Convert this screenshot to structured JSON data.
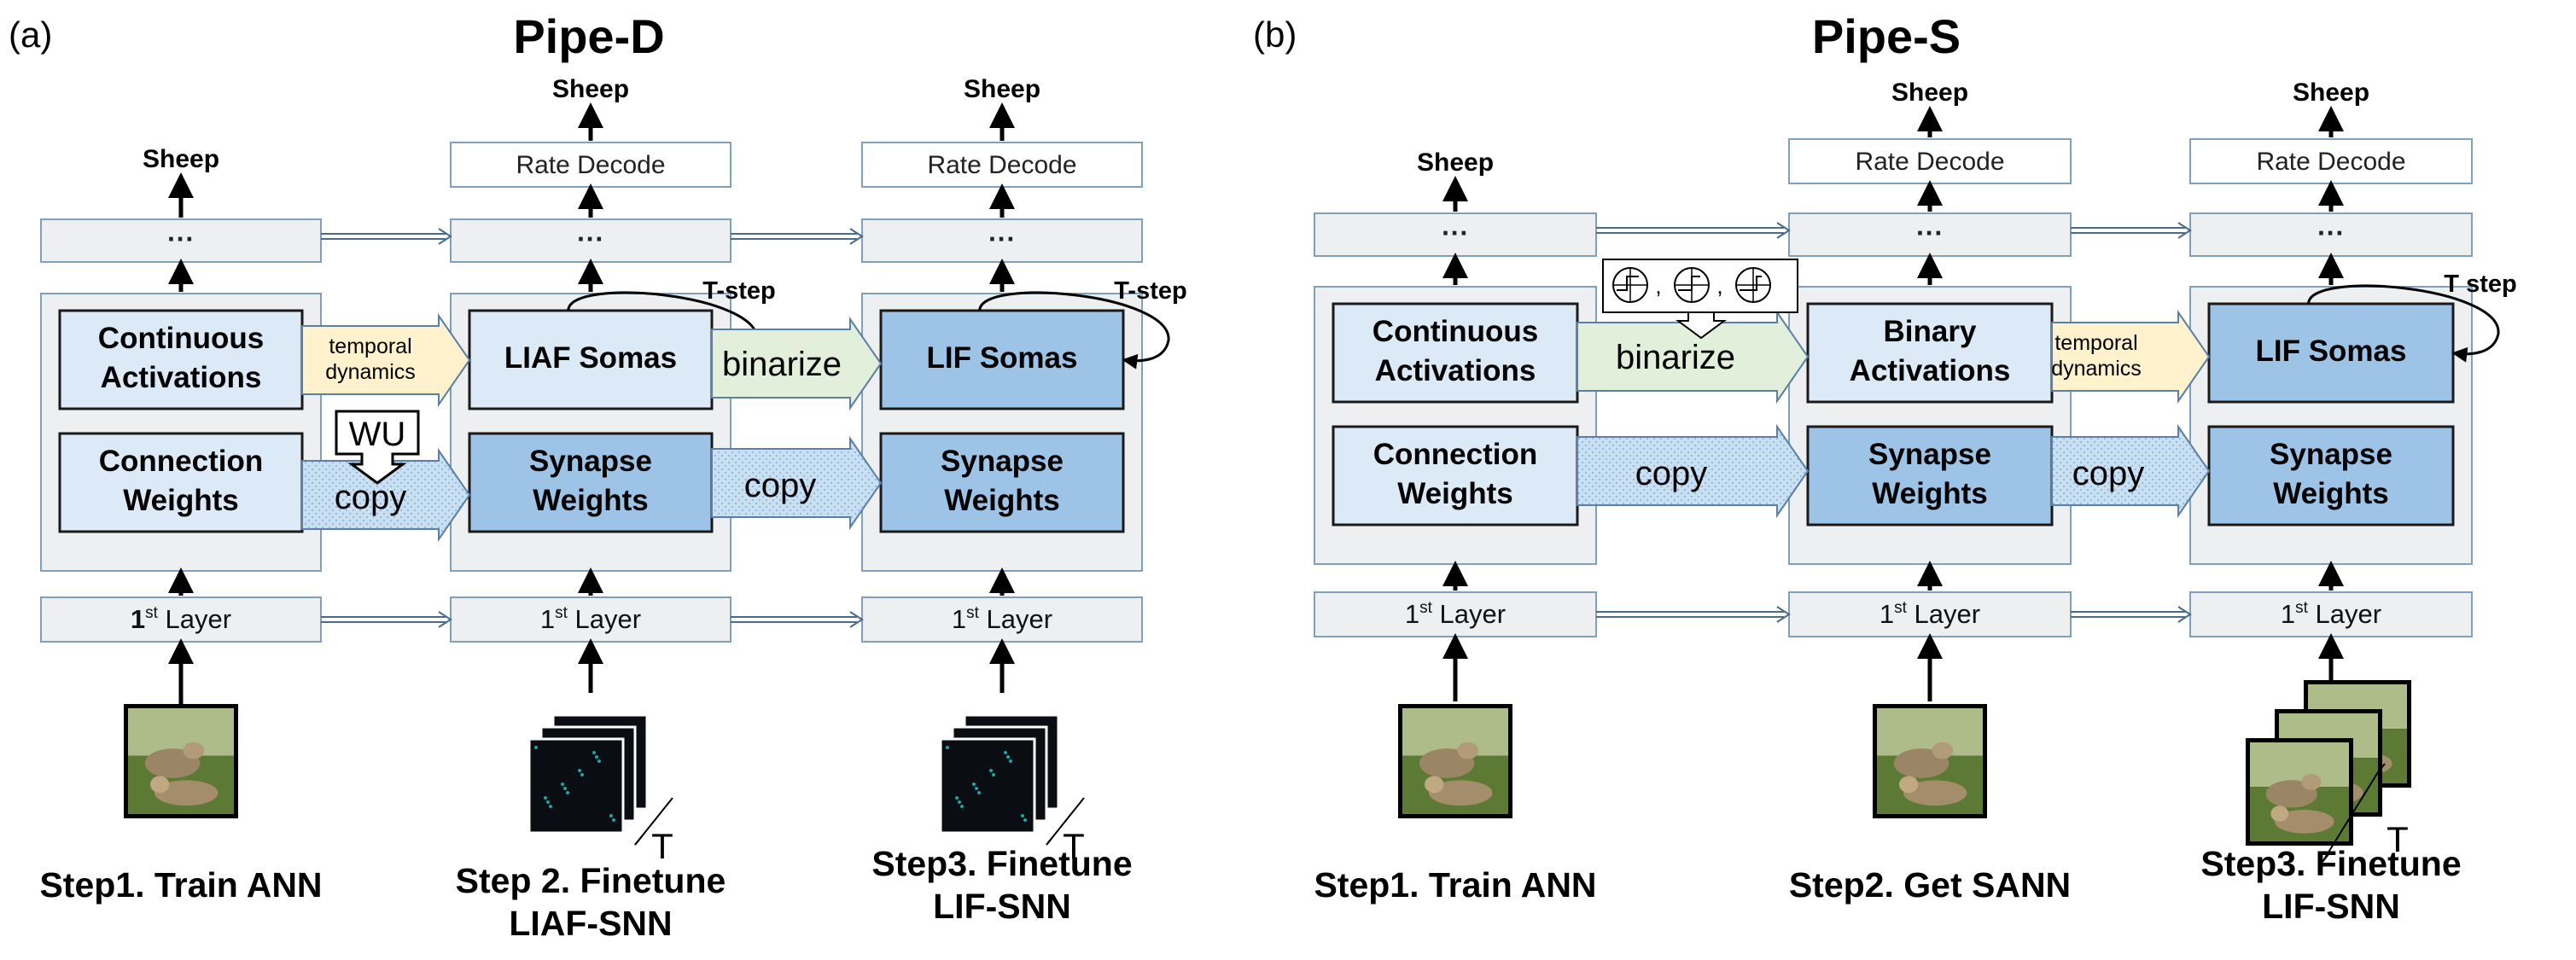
{
  "colors": {
    "container_bg": "#eeeff1",
    "container_stroke": "#7f9fbf",
    "light_box": "#dce9f6",
    "dark_box": "#9dc3e6",
    "box_stroke": "#1a1a1a",
    "temporal_arrow": "#fff2cc",
    "binarize_arrow": "#e2efda",
    "copy_arrow": "#c9dff2",
    "image_ground": "#5d7a34",
    "image_sky": "#aebc8a",
    "image_animal": "#9a8565",
    "spike_frame": "#0a0e12"
  },
  "panels": {
    "a": {
      "label": "(a)",
      "title": "Pipe-D",
      "columns": [
        {
          "output": "Sheep",
          "decode": "",
          "dots": "···",
          "top_box": "Continuous\nActivations",
          "bottom_box": "Connection\nWeights",
          "layer": "Layer",
          "layer_sup": "st",
          "layer_num": "1",
          "step": "Step1. Train ANN",
          "input": "image"
        },
        {
          "output": "Sheep",
          "decode": "Rate Decode",
          "dots": "···",
          "top_box": "LIAF Somas",
          "bottom_box": "Synapse\nWeights",
          "layer": "Layer",
          "layer_sup": "st",
          "layer_num": "1",
          "tstep": "T-step",
          "step": "Step 2. Finetune\nLIAF-SNN",
          "input": "spike-frames",
          "t_label": "T"
        },
        {
          "output": "Sheep",
          "decode": "Rate Decode",
          "dots": "···",
          "top_box": "LIF Somas",
          "bottom_box": "Synapse\nWeights",
          "layer": "Layer",
          "layer_sup": "st",
          "layer_num": "1",
          "tstep": "T-step",
          "step": "Step3. Finetune\nLIF-SNN",
          "input": "spike-frames",
          "t_label": "T"
        }
      ],
      "connectors": {
        "temporal": "temporal\ndynamics",
        "wu": "WU",
        "copy1": "copy",
        "binarize": "binarize",
        "copy2": "copy"
      }
    },
    "b": {
      "label": "(b)",
      "title": "Pipe-S",
      "columns": [
        {
          "output": "Sheep",
          "decode": "",
          "dots": "···",
          "top_box": "Continuous\nActivations",
          "bottom_box": "Connection\nWeights",
          "layer": "Layer",
          "layer_sup": "st",
          "layer_num": "1",
          "step": "Step1. Train ANN",
          "input": "image"
        },
        {
          "output": "Sheep",
          "decode": "Rate Decode",
          "dots": "···",
          "top_box": "Binary\nActivations",
          "bottom_box": "Synapse\nWeights",
          "layer": "Layer",
          "layer_sup": "st",
          "layer_num": "1",
          "step": "Step2. Get SANN",
          "input": "image"
        },
        {
          "output": "Sheep",
          "decode": "Rate Decode",
          "dots": "···",
          "top_box": "LIF Somas",
          "bottom_box": "Synapse\nWeights",
          "layer": "Layer",
          "layer_sup": "st",
          "layer_num": "1",
          "tstep": "T step",
          "step": "Step3. Finetune\nLIF-SNN",
          "input": "image-stack",
          "t_label": "T"
        }
      ],
      "connectors": {
        "binarize": "binarize",
        "copy1": "copy",
        "temporal": "temporal\ndynamics",
        "copy2": "copy"
      }
    }
  }
}
